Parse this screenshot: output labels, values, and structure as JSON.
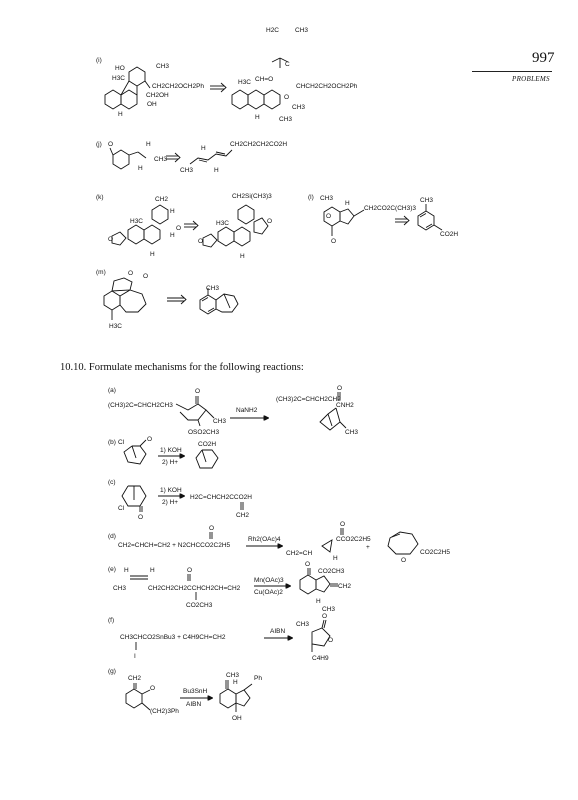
{
  "header": {
    "page_number": "997",
    "running_head": "PROBLEMS"
  },
  "parts_top": {
    "i": "(i)",
    "j": "(j)",
    "k": "(k)",
    "l": "(l)",
    "m": "(m)"
  },
  "labels_top": {
    "i_HO": "HO",
    "i_CH3a": "CH3",
    "i_H3C": "H3C",
    "i_CH2OH": "CH2OH",
    "i_chain": "CH2CH2OCH2Ph",
    "i_OH": "OH",
    "i_H": "H",
    "i_H2C": "H2C",
    "i_CH3b": "CH3",
    "i_C": "C",
    "i_CHO": "CH=O",
    "i_H3C2": "H3C",
    "i_chain2": "CHCH2CH2OCH2Ph",
    "i_O": "O",
    "i_CH3c": "CH3",
    "i_CH3d": "CH3",
    "i_H2": "H",
    "j_O": "O",
    "j_H1": "H",
    "j_CH3": "CH3",
    "j_H2": "H",
    "j_H3": "H",
    "j_chain": "CH2CH2CH2CO2H",
    "j_CH3b": "CH3",
    "j_H4": "H",
    "k_CH2": "CH2",
    "k_H3C": "H3C",
    "k_H1": "H",
    "k_O": "O",
    "k_H2": "H",
    "k_O2": "O",
    "k_H3": "H",
    "k_CH2Si": "CH2Si(CH3)3",
    "k_H3C2": "H3C",
    "k_O3": "O",
    "k_O4": "O",
    "k_H4": "H",
    "l_CH3": "CH3",
    "l_H": "H",
    "l_chain": "CH2CO2C(CH3)3",
    "l_O": "O",
    "l_O2": "O",
    "l_CH3b": "CH3",
    "l_CO2H": "CO2H",
    "m_O": "O",
    "m_O2": "O",
    "m_H3C": "H3C",
    "m_CH3": "CH3"
  },
  "problem": {
    "heading": "10.10. Formulate mechanisms for the following reactions:"
  },
  "parts_bottom": {
    "a": "(a)",
    "b": "(b)",
    "c": "(c)",
    "d": "(d)",
    "e": "(e)",
    "f": "(f)",
    "g": "(g)"
  },
  "labels_bottom": {
    "a_reactant": "(CH3)2C=CHCH2CH3",
    "a_O": "O",
    "a_CH3": "CH3",
    "a_OSO2": "OSO2CH3",
    "a_reagent": "NaNH2",
    "a_product": "(CH3)2C=CHCH2CH2",
    "a_O2": "O",
    "a_CNH2": "CNH2",
    "a_CH3b": "CH3",
    "b_Cl": "Cl",
    "b_O": "O",
    "b_r1": "1) KOH",
    "b_r2": "2) H+",
    "b_CO2H": "CO2H",
    "c_Cl": "Cl",
    "c_O": "O",
    "c_r1": "1) KOH",
    "c_r2": "2) H+",
    "c_product": "H2C=CHCH2CCO2H",
    "c_CH2": "CH2",
    "d_reactant": "CH2=CHCH=CH2 + N2CHCCO2C2H5",
    "d_O": "O",
    "d_reagent": "Rh2(OAc)4",
    "d_O2": "O",
    "d_CCO2": "CCO2C2H5",
    "d_CH2CH": "CH2=CH",
    "d_H": "H",
    "d_plus": "+",
    "d_O3": "O",
    "d_CO2b": "CO2C2H5",
    "e_H1": "H",
    "e_H2": "H",
    "e_CH3": "CH3",
    "e_chain": "CH2CH2CH2CCHCH2CH=CH2",
    "e_O": "O",
    "e_CO2": "CO2CH3",
    "e_r1": "Mn(OAc)3",
    "e_r2": "Cu(OAc)2",
    "e_O2": "O",
    "e_CO2b": "CO2CH3",
    "e_CH2": "CH2",
    "e_H3": "H",
    "e_CH3b": "CH3",
    "f_reactant": "CH3CHCO2SnBu3 + C4H9CH=CH2",
    "f_I": "I",
    "f_reagent": "AIBN",
    "f_CH3": "CH3",
    "f_O": "O",
    "f_O2": "O",
    "f_C4H9": "C4H9",
    "g_CH2": "CH2",
    "g_O": "O",
    "g_chain": "(CH2)3Ph",
    "g_r1": "Bu3SnH",
    "g_r2": "AIBN",
    "g_CH3": "CH3",
    "g_H": "H",
    "g_Ph": "Ph",
    "g_OH": "OH"
  }
}
